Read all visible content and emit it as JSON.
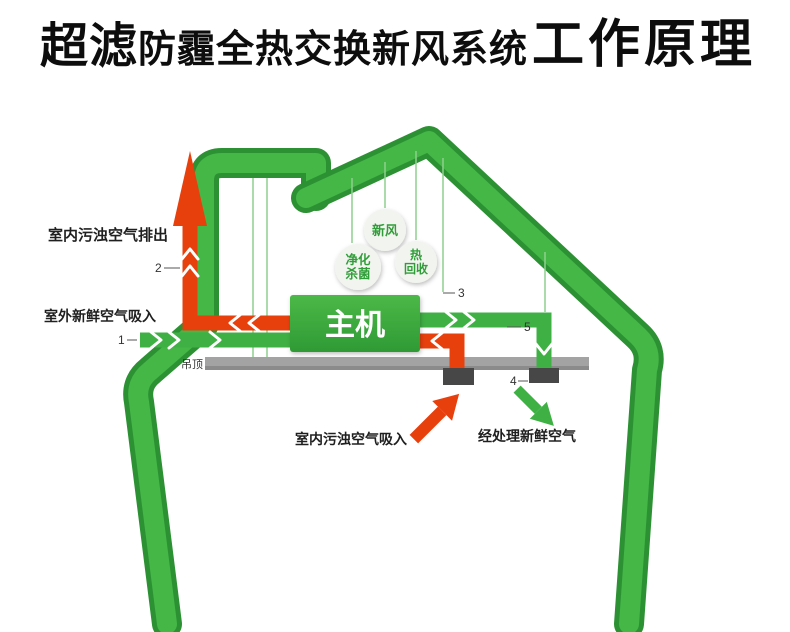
{
  "title": {
    "part1": "超滤",
    "part2": "防霾全热交换新风系统",
    "part3": "工作原理"
  },
  "labels": {
    "exhaust_out": "室内污浊空气排出",
    "fresh_in": "室外新鲜空气吸入",
    "indoor_intake": "室内污浊空气吸入",
    "treated_fresh": "经处理新鲜空气",
    "ceiling": "吊顶",
    "main_unit": "主机"
  },
  "bubbles": {
    "fresh_air": "新风",
    "purify_line1": "净化",
    "purify_line2": "杀菌",
    "heat_line1": "热",
    "heat_line2": "回收"
  },
  "markers": [
    "1",
    "2",
    "3",
    "4",
    "5"
  ],
  "colors": {
    "house_green": "#3fae43",
    "house_green_dark": "#2c9133",
    "flow_red": "#e8400d",
    "ceiling_gray": "#a3a3a3",
    "vent_dark": "#474747",
    "title_black": "#0d0d0d",
    "bubble_text_green": "#2f9e38"
  }
}
